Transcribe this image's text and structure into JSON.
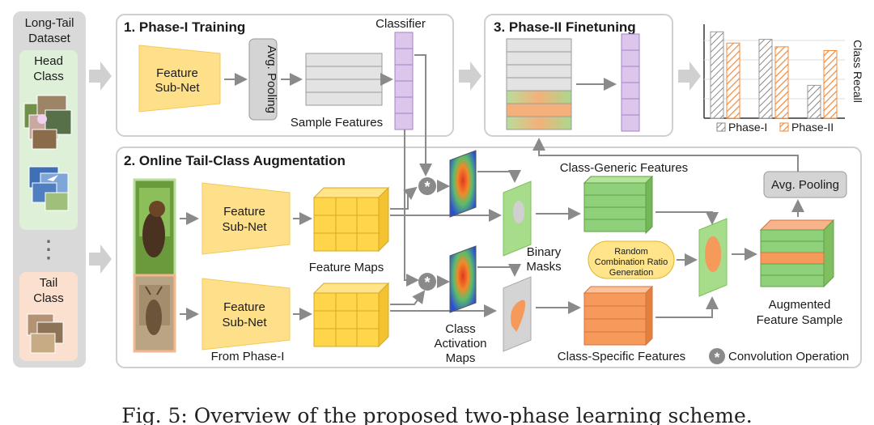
{
  "left_panel": {
    "dataset_title_1": "Long-Tail",
    "dataset_title_2": "Dataset",
    "head_label_1": "Head",
    "head_label_2": "Class",
    "tail_label_1": "Tail",
    "tail_label_2": "Class",
    "ellipsis": "⋮"
  },
  "phase1": {
    "title": "1. Phase-I Training",
    "feature_subnet_1": "Feature",
    "feature_subnet_2": "Sub-Net",
    "avg_pooling": "Avg. Pooling",
    "sample_features": "Sample Features",
    "classifier": "Classifier"
  },
  "phase2": {
    "title": "3. Phase-II Finetuning"
  },
  "recall_chart": {
    "ylabel": "Class Recall",
    "legend_phase1": "Phase-I",
    "legend_phase2": "Phase-II",
    "groups": [
      {
        "phase1": 0.92,
        "phase2": 0.8
      },
      {
        "phase1": 0.84,
        "phase2": 0.76
      },
      {
        "phase1": 0.35,
        "phase2": 0.72
      }
    ],
    "color_phase1": "#9a9a9a",
    "color_phase2": "#f08a3c"
  },
  "augmentation": {
    "title": "2. Online Tail-Class Augmentation",
    "feature_subnet_1": "Feature",
    "feature_subnet_2": "Sub-Net",
    "feature_maps": "Feature Maps",
    "from_phase1": "From Phase-I",
    "cam_1": "Class",
    "cam_2": "Activation",
    "cam_3": "Maps",
    "binary_1": "Binary",
    "binary_2": "Masks",
    "class_generic": "Class-Generic Features",
    "class_specific": "Class-Specific Features",
    "random_1": "Random",
    "random_2": "Combination Ratio",
    "random_3": "Generation",
    "avg_pooling": "Avg. Pooling",
    "augmented_1": "Augmented",
    "augmented_2": "Feature Sample",
    "conv_symbol": "*",
    "conv_label": "Convolution Operation"
  },
  "caption": "Fig. 5: Overview of the proposed two-phase learning scheme.",
  "colors": {
    "feature_yellow": "#ffe08a",
    "cube_yellow": "#ffd54a",
    "green": "#8fd17a",
    "orange": "#f59a5a",
    "purple": "#dcc6ec",
    "gray_panel": "#d9d9d9",
    "head_green": "#dff0d8",
    "tail_orange": "#fbe0cf"
  }
}
